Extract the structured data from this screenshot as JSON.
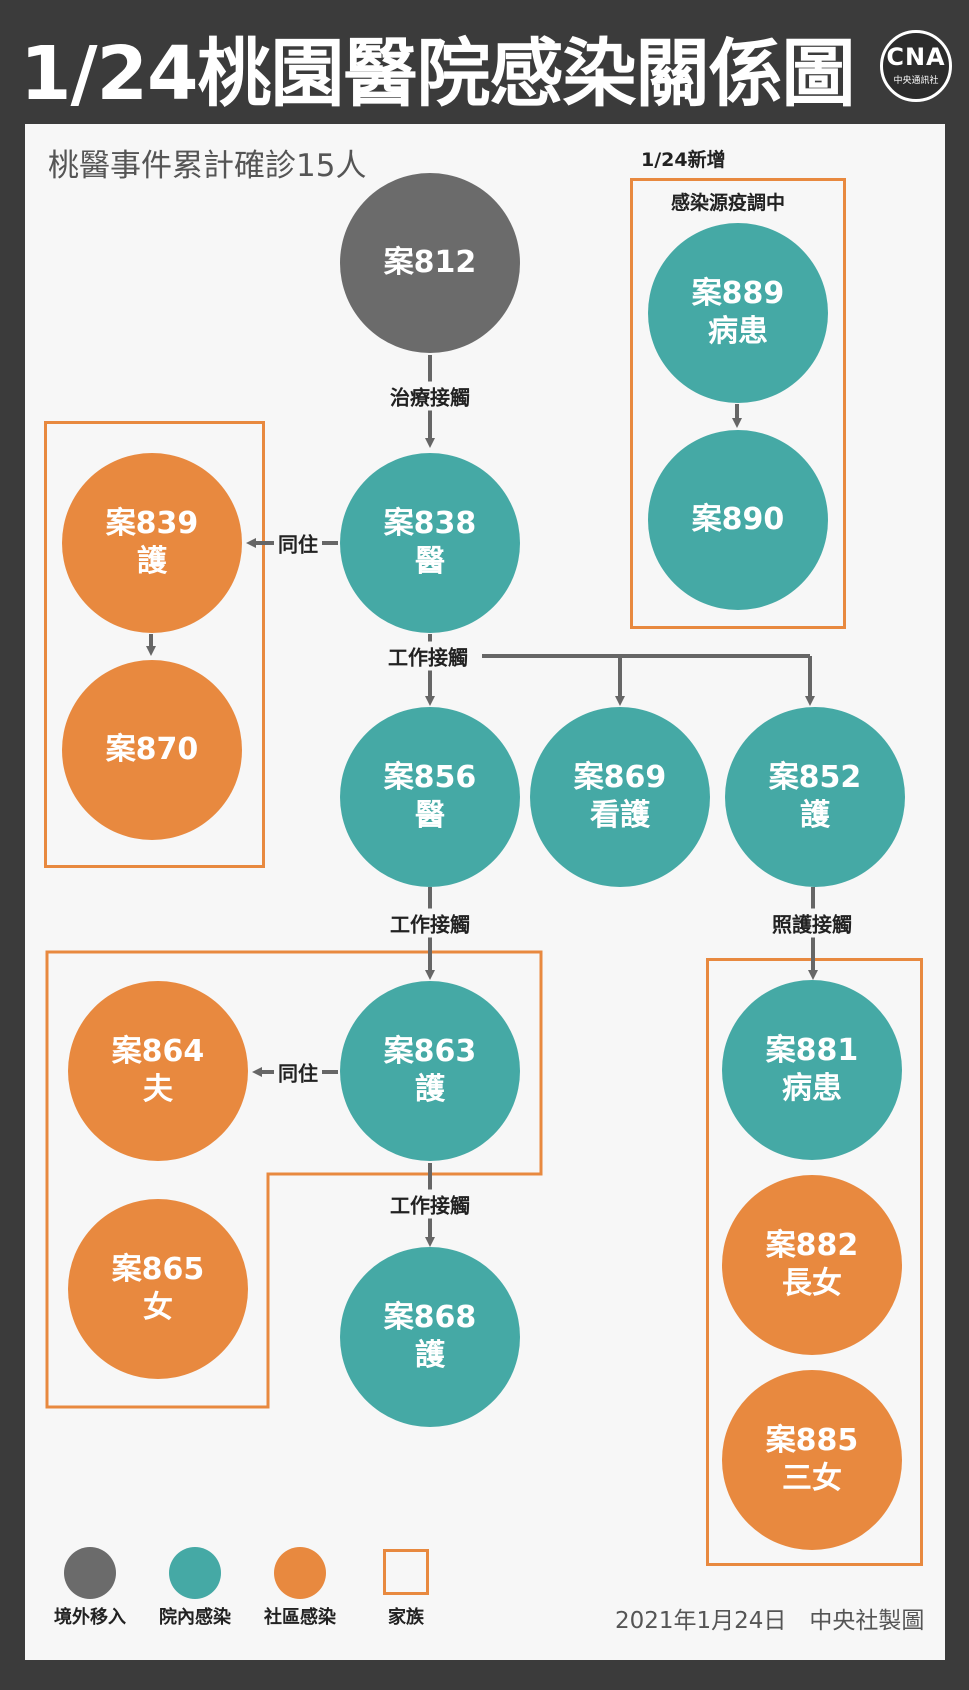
{
  "header": {
    "title": "1/24桃園醫院感染關係圖",
    "logo_mark": "CNA",
    "logo_sub": "中央通訊社"
  },
  "subtitle": "桃醫事件累計確診15人",
  "new_group": {
    "date_label": "1/24新增",
    "box_label": "感染源疫調中"
  },
  "colors": {
    "imported": "#6b6b6b",
    "hospital": "#45a9a5",
    "community": "#e8893f",
    "family_border": "#e8893f",
    "panel": "#f7f7f7",
    "frame": "#3b3b3b"
  },
  "nodes": {
    "n812": {
      "case": "案812",
      "role": ""
    },
    "n838": {
      "case": "案838",
      "role": "醫"
    },
    "n839": {
      "case": "案839",
      "role": "護"
    },
    "n870": {
      "case": "案870",
      "role": ""
    },
    "n856": {
      "case": "案856",
      "role": "醫"
    },
    "n869": {
      "case": "案869",
      "role": "看護"
    },
    "n852": {
      "case": "案852",
      "role": "護"
    },
    "n863": {
      "case": "案863",
      "role": "護"
    },
    "n864": {
      "case": "案864",
      "role": "夫"
    },
    "n865": {
      "case": "案865",
      "role": "女"
    },
    "n868": {
      "case": "案868",
      "role": "護"
    },
    "n881": {
      "case": "案881",
      "role": "病患"
    },
    "n882": {
      "case": "案882",
      "role": "長女"
    },
    "n885": {
      "case": "案885",
      "role": "三女"
    },
    "n889": {
      "case": "案889",
      "role": "病患"
    },
    "n890": {
      "case": "案890",
      "role": ""
    }
  },
  "edges": {
    "treat": "治療接觸",
    "cohabit_1": "同住",
    "work_1": "工作接觸",
    "work_2": "工作接觸",
    "care": "照護接觸",
    "cohabit_2": "同住",
    "work_3": "工作接觸"
  },
  "legend": {
    "imported": "境外移入",
    "hospital": "院內感染",
    "community": "社區感染",
    "family": "家族"
  },
  "credit": "2021年1月24日　中央社製圖"
}
